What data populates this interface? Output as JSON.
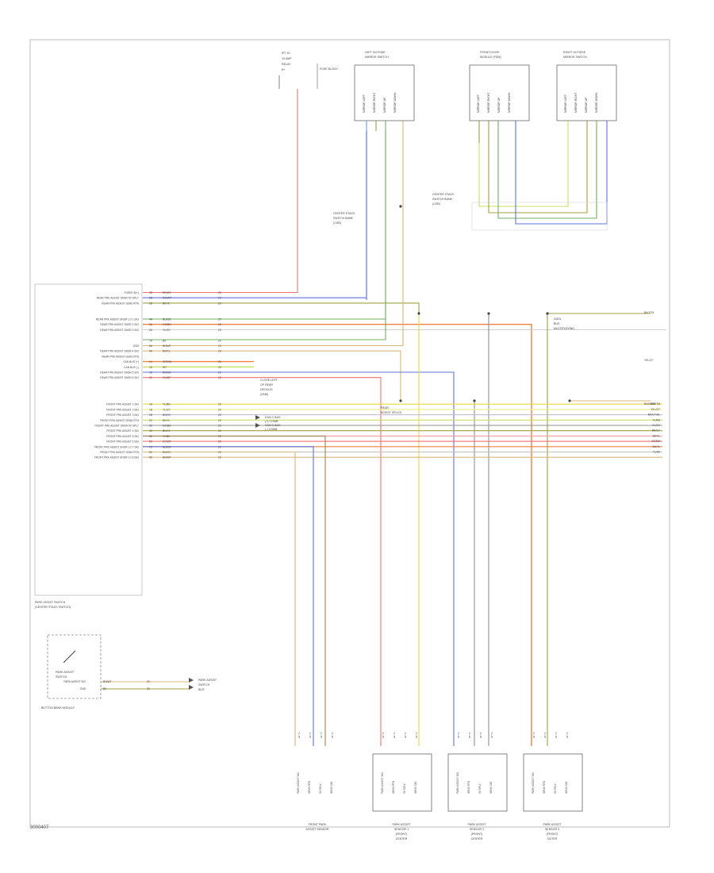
{
  "footer": "3000407",
  "top": {
    "fuse_block": [
      "IPT 15",
      "10 AMP",
      "RELAY",
      "B+"
    ],
    "fuse_note": "FUSE BLOCK",
    "left_conn": [
      "LEFT OUTSIDE",
      "MIRROR SWITCH"
    ],
    "mid_conn": [
      "FRONT DOOR",
      "MODULE (FDM)"
    ],
    "right_conn": [
      "RIGHT OUTSIDE",
      "MIRROR SWITCH"
    ],
    "left_conn_pins": [
      "MIRROR LEFT",
      "MIRROR RIGHT",
      "MIRROR UP",
      "MIRROR DOWN"
    ],
    "mid_conn_pins": [
      "MIRROR LEFT",
      "MIRROR RIGHT",
      "MIRROR UP",
      "MIRROR DOWN"
    ],
    "right_conn_pins": [
      "MIRROR LEFT",
      "MIRROR RIGHT",
      "MIRROR UP",
      "MIRROR DOWN"
    ]
  },
  "splices": {
    "left": [
      "CENTER STACK",
      "SWITCH BANK",
      "(CSB)"
    ],
    "right": [
      "CENTER STACK",
      "SWITCH BANK",
      "(CSB)"
    ]
  },
  "module": {
    "rows": [
      {
        "label": "FUSED B(+)",
        "pin": "2D",
        "wire": "RD/WT",
        "gauge": "20"
      },
      {
        "label": "REAR PRK ASSIST SNSR 5V SPLY",
        "pin": "6D",
        "wire": "DG/WT",
        "gauge": "20"
      },
      {
        "label": "REAR PRK ASSIST SENS RTN",
        "pin": "2D",
        "wire": "BK/YL",
        "gauge": "20"
      },
      {
        "label": "",
        "pin": "",
        "wire": "",
        "gauge": ""
      },
      {
        "label": "",
        "pin": "",
        "wire": "",
        "gauge": ""
      },
      {
        "label": "REAR PRK ASSIST SNSR LO 1 SIG",
        "pin": "4A",
        "wire": "BU/GN",
        "gauge": "20"
      },
      {
        "label": "REAR PRK ASSIST SNSR 2 SIG",
        "pin": "3A",
        "wire": "OG/BN",
        "gauge": "20"
      },
      {
        "label": "REAR PRK ASSIST SNSR 3 SIG",
        "pin": "2A",
        "wire": "YL/GY",
        "gauge": "20"
      },
      {
        "label": "",
        "pin": "",
        "wire": "",
        "gauge": ""
      },
      {
        "label": "",
        "pin": "7A",
        "wire": "BK",
        "gauge": "20"
      },
      {
        "label": "GND",
        "pin": "8A",
        "wire": "BN/WT",
        "gauge": "20"
      },
      {
        "label": "REAR PRK ASSIST SNSR 4 SIG",
        "pin": "9A",
        "wire": "BN/YL",
        "gauge": "20"
      },
      {
        "label": "REAR PRK ASSIST SENS RTN",
        "pin": "",
        "wire": "",
        "gauge": ""
      },
      {
        "label": "CAN BUS (+)",
        "pin": "14",
        "wire": "WT/GN",
        "gauge": "20"
      },
      {
        "label": "CAN BUS (-)",
        "pin": "16",
        "wire": "WT",
        "gauge": "20"
      },
      {
        "label": "REAR PRK ASSIST SNSR 5 SIG",
        "pin": "18",
        "wire": "BN/GN",
        "gauge": "20"
      },
      {
        "label": "REAR PRK ASSIST SNSR 6 SIG",
        "pin": "19",
        "wire": "YL/WT",
        "gauge": "20"
      },
      {
        "label": "",
        "pin": "",
        "wire": "",
        "gauge": ""
      },
      {
        "label": "",
        "pin": "",
        "wire": "",
        "gauge": ""
      },
      {
        "label": "",
        "pin": "",
        "wire": "",
        "gauge": ""
      },
      {
        "label": "",
        "pin": "",
        "wire": "",
        "gauge": ""
      },
      {
        "label": "FRONT PRK ASSIST 1 SIG",
        "pin": "1A",
        "wire": "YL/BN",
        "gauge": "20"
      },
      {
        "label": "FRONT PRK ASSIST 2 SIG",
        "pin": "1B",
        "wire": "YL/GY",
        "gauge": "20"
      },
      {
        "label": "FRONT PRK ASSIST 3 SIG",
        "pin": "2B",
        "wire": "BN/GY",
        "gauge": "20"
      },
      {
        "label": "FRONT PRK ASSIST SENS RTN",
        "pin": "2C",
        "wire": "BK/YL",
        "gauge": "20"
      },
      {
        "label": "FRONT PRK ASSIST SNSR 5V SPLY",
        "pin": "3C",
        "wire": "DG/BN",
        "gauge": "20"
      },
      {
        "label": "FRONT PRK ASSIST 4 SIG",
        "pin": "4C",
        "wire": "BN/YL",
        "gauge": "20"
      },
      {
        "label": "FRONT PRK ASSIST 5 SIG",
        "pin": "5C",
        "wire": "YL/BK",
        "gauge": "20"
      },
      {
        "label": "FRONT PRK ASSIST 6 SIG",
        "pin": "6C",
        "wire": "GY/WT",
        "gauge": "20"
      },
      {
        "label": "FRONT PRK ASSIST SNSR LO 7 SIG",
        "pin": "7C",
        "wire": "BU/GN",
        "gauge": "20"
      },
      {
        "label": "FRONT PRK ASSIST SENS RTN",
        "pin": "8C",
        "wire": "BN/GY",
        "gauge": "20"
      },
      {
        "label": "FRONT PRK ASSIST SNSR LO 8 SIG",
        "pin": "9C",
        "wire": "BN/WT",
        "gauge": "20"
      }
    ]
  },
  "notes": {
    "ground": [
      "CLOSE LEFT",
      "OF REAR",
      "DECKLID",
      "(GND)"
    ],
    "can_plus": [
      "CAN C BUS",
      "(+) COMB"
    ],
    "can_minus": [
      "CAN C BUS",
      "(-) COMB"
    ],
    "rear_splice": [
      "REAR",
      "ASSIST SPLICE"
    ],
    "right_side_top": [
      "DATA",
      "BUS",
      "MULTIPLEXING"
    ]
  },
  "right_labels": [
    "BK/YTM",
    "YEL/GT",
    "BN/GY/BL",
    "YL/BN",
    "YL/GY",
    "BN/GY",
    "BK/YL",
    "DG/BN",
    "BN/YL",
    "YL/BK",
    "BN/GY/BL"
  ],
  "switch": {
    "title": [
      "PARK ASSIST SWITCH",
      "(CENTER STACK SWITCH)"
    ],
    "label": [
      "PARK ASSIST",
      "SWITCH"
    ],
    "pins": [
      {
        "label": "PARK ASSIST SIG",
        "wire": "BN/WT",
        "gauge": "20"
      },
      {
        "label": "GND",
        "wire": "BK",
        "gauge": "20"
      }
    ],
    "dest": [
      "PARK ASSIST",
      "SWITCH",
      "BUS"
    ],
    "bottom": "BUTTON BANK MODULE"
  },
  "bottom_groups": [
    {
      "pins": [
        "PARK ASSIST SIG",
        "SENS RTN",
        "5V SPLY",
        "SENS SIG"
      ],
      "caption": [
        "FRONT PARK",
        "ASSIST SENSOR"
      ]
    },
    {
      "pins": [
        "PARK ASSIST SIG",
        "SENS RTN",
        "5V SPLY",
        "SENS SIG"
      ],
      "caption": [
        "PARK ASSIST",
        "SENSOR 1",
        "(FRONT)",
        "CENTER"
      ]
    },
    {
      "pins": [
        "PARK ASSIST SIG",
        "SENS RTN",
        "5V SPLY",
        "SENS SIG"
      ],
      "caption": [
        "PARK ASSIST",
        "SENSOR 2",
        "(FRONT)",
        "CENTER"
      ]
    },
    {
      "pins": [
        "PARK ASSIST SIG",
        "SENS RTN",
        "5V SPLY",
        "SENS SIG"
      ],
      "caption": [
        "PARK ASSIST",
        "SENSOR 3",
        "(FRONT)",
        "OUTER"
      ]
    }
  ],
  "colors": {
    "red": "#f07070",
    "blue": "#6070e0",
    "green": "#70b060",
    "yellow": "#e8d840",
    "orange": "#f08040",
    "olive": "#a0a040",
    "tan": "#d8b878",
    "gray": "#909090",
    "lime": "#c8e060",
    "brown": "#a08050"
  }
}
